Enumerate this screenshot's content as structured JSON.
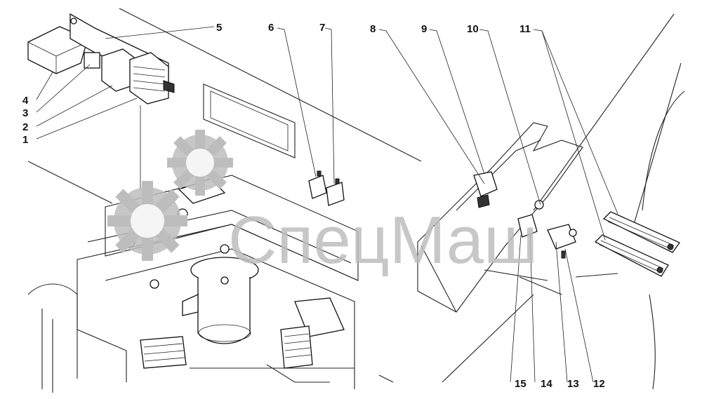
{
  "callouts": {
    "c1": "1",
    "c2": "2",
    "c3": "3",
    "c4": "4",
    "c5": "5",
    "c6": "6",
    "c7": "7",
    "c8": "8",
    "c9": "9",
    "c10": "10",
    "c11": "11",
    "c12": "12",
    "c13": "13",
    "c14": "14",
    "c15": "15"
  },
  "watermark": {
    "text": "СпецМаш",
    "color": "#bdbdbd"
  },
  "colors": {
    "ink": "#222222",
    "paper": "#ffffff"
  }
}
